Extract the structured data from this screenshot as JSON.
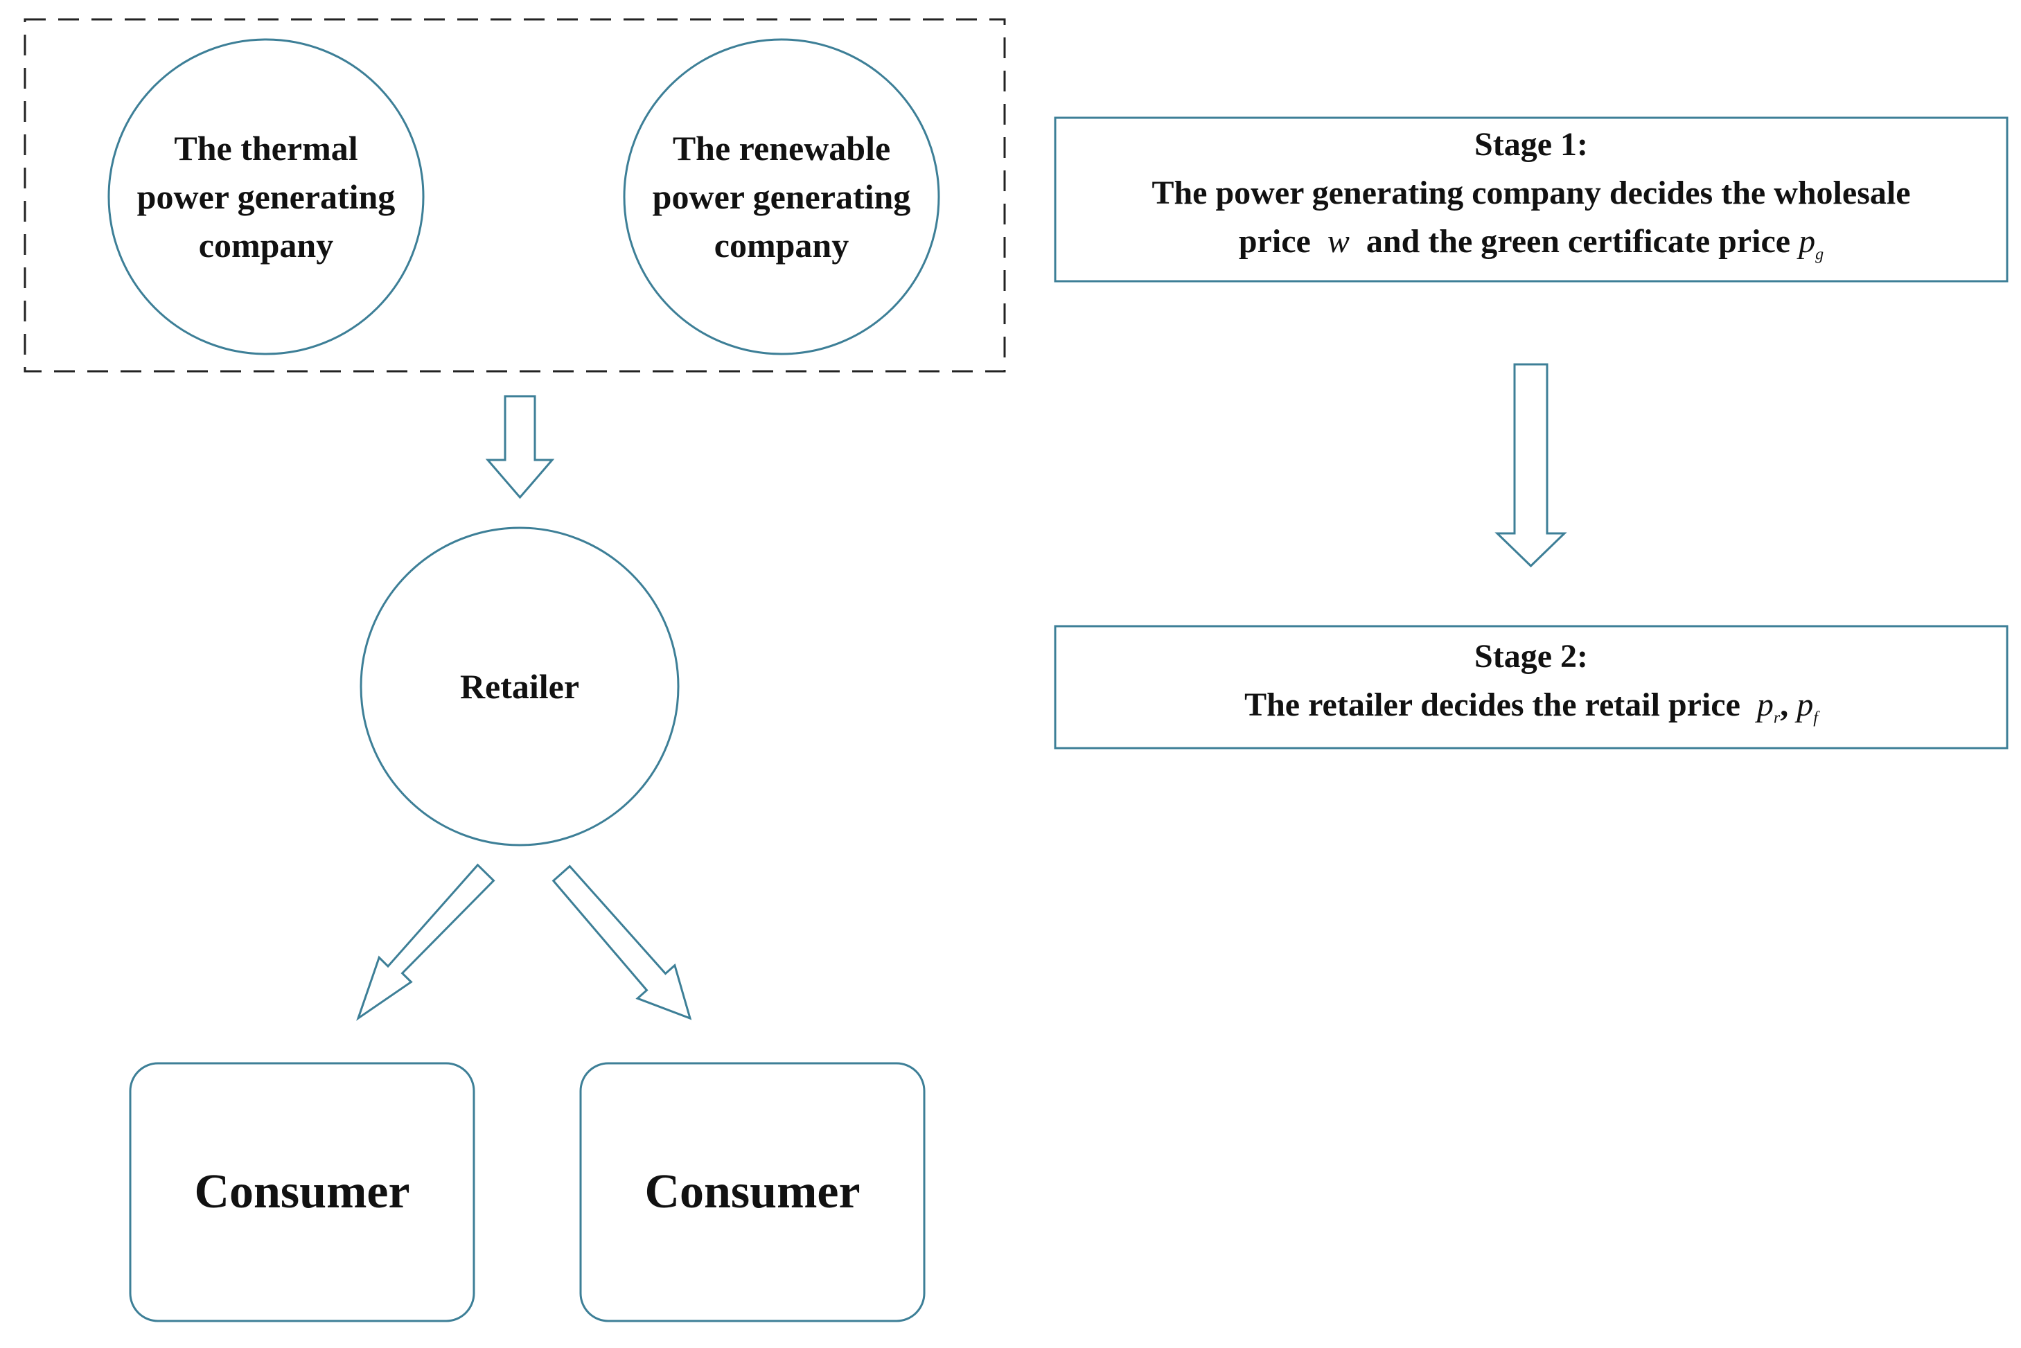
{
  "colors": {
    "node_stroke": "#3d7f97",
    "arrow_stroke": "#3d7f97",
    "dashed_border": "#222222",
    "text": "#111111",
    "background": "#ffffff"
  },
  "generators": {
    "thermal": [
      "The thermal",
      "power generating",
      "company"
    ],
    "renewable": [
      "The renewable",
      "power generating",
      "company"
    ]
  },
  "retailer": {
    "label": "Retailer"
  },
  "consumers": [
    {
      "label": "Consumer"
    },
    {
      "label": "Consumer"
    }
  ],
  "stage1": {
    "title": "Stage 1:",
    "line1": "The power generating company decides the wholesale",
    "line2_prefix": "price",
    "var_w": "w",
    "line2_mid": "and the  green certificate price",
    "var_pg": "p",
    "var_pg_sub": "g"
  },
  "stage2": {
    "title": "Stage 2:",
    "line1_prefix": "The retailer decides the retail price",
    "var_pr": "p",
    "var_pr_sub": "r",
    "separator": ",",
    "var_pf": "p",
    "var_pf_sub": "f"
  }
}
